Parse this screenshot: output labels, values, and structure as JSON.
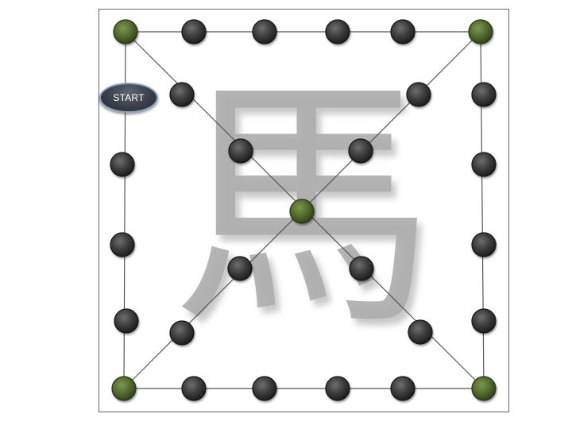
{
  "game": {
    "start_label": "START",
    "watermark_char": "馬",
    "colors": {
      "piece_dark": "#3b3b3b",
      "piece_green": "#556b2f",
      "line": "#555555",
      "frame": "#666666",
      "watermark": "#a8a8a8"
    },
    "nodes": [
      {
        "id": "top-left-corner",
        "color": "green"
      },
      {
        "id": "top-1",
        "color": "dark"
      },
      {
        "id": "top-2",
        "color": "dark"
      },
      {
        "id": "top-3",
        "color": "dark"
      },
      {
        "id": "top-4",
        "color": "dark"
      },
      {
        "id": "top-right-corner",
        "color": "green"
      },
      {
        "id": "left-1",
        "color": "dark"
      },
      {
        "id": "left-2",
        "color": "dark"
      },
      {
        "id": "left-3",
        "color": "dark"
      },
      {
        "id": "right-1",
        "color": "dark"
      },
      {
        "id": "right-2",
        "color": "dark"
      },
      {
        "id": "right-3",
        "color": "dark"
      },
      {
        "id": "right-4",
        "color": "dark"
      },
      {
        "id": "bottom-left-corner",
        "color": "green"
      },
      {
        "id": "bottom-1",
        "color": "dark"
      },
      {
        "id": "bottom-2",
        "color": "dark"
      },
      {
        "id": "bottom-3",
        "color": "dark"
      },
      {
        "id": "bottom-4",
        "color": "dark"
      },
      {
        "id": "bottom-right-corner",
        "color": "green"
      },
      {
        "id": "diag-a-1",
        "color": "dark"
      },
      {
        "id": "diag-a-2",
        "color": "dark"
      },
      {
        "id": "center",
        "color": "green"
      },
      {
        "id": "diag-a-3",
        "color": "dark"
      },
      {
        "id": "diag-a-4",
        "color": "dark"
      },
      {
        "id": "diag-b-1",
        "color": "dark"
      },
      {
        "id": "diag-b-2",
        "color": "dark"
      },
      {
        "id": "diag-b-3",
        "color": "dark"
      },
      {
        "id": "diag-b-4",
        "color": "dark"
      }
    ]
  }
}
